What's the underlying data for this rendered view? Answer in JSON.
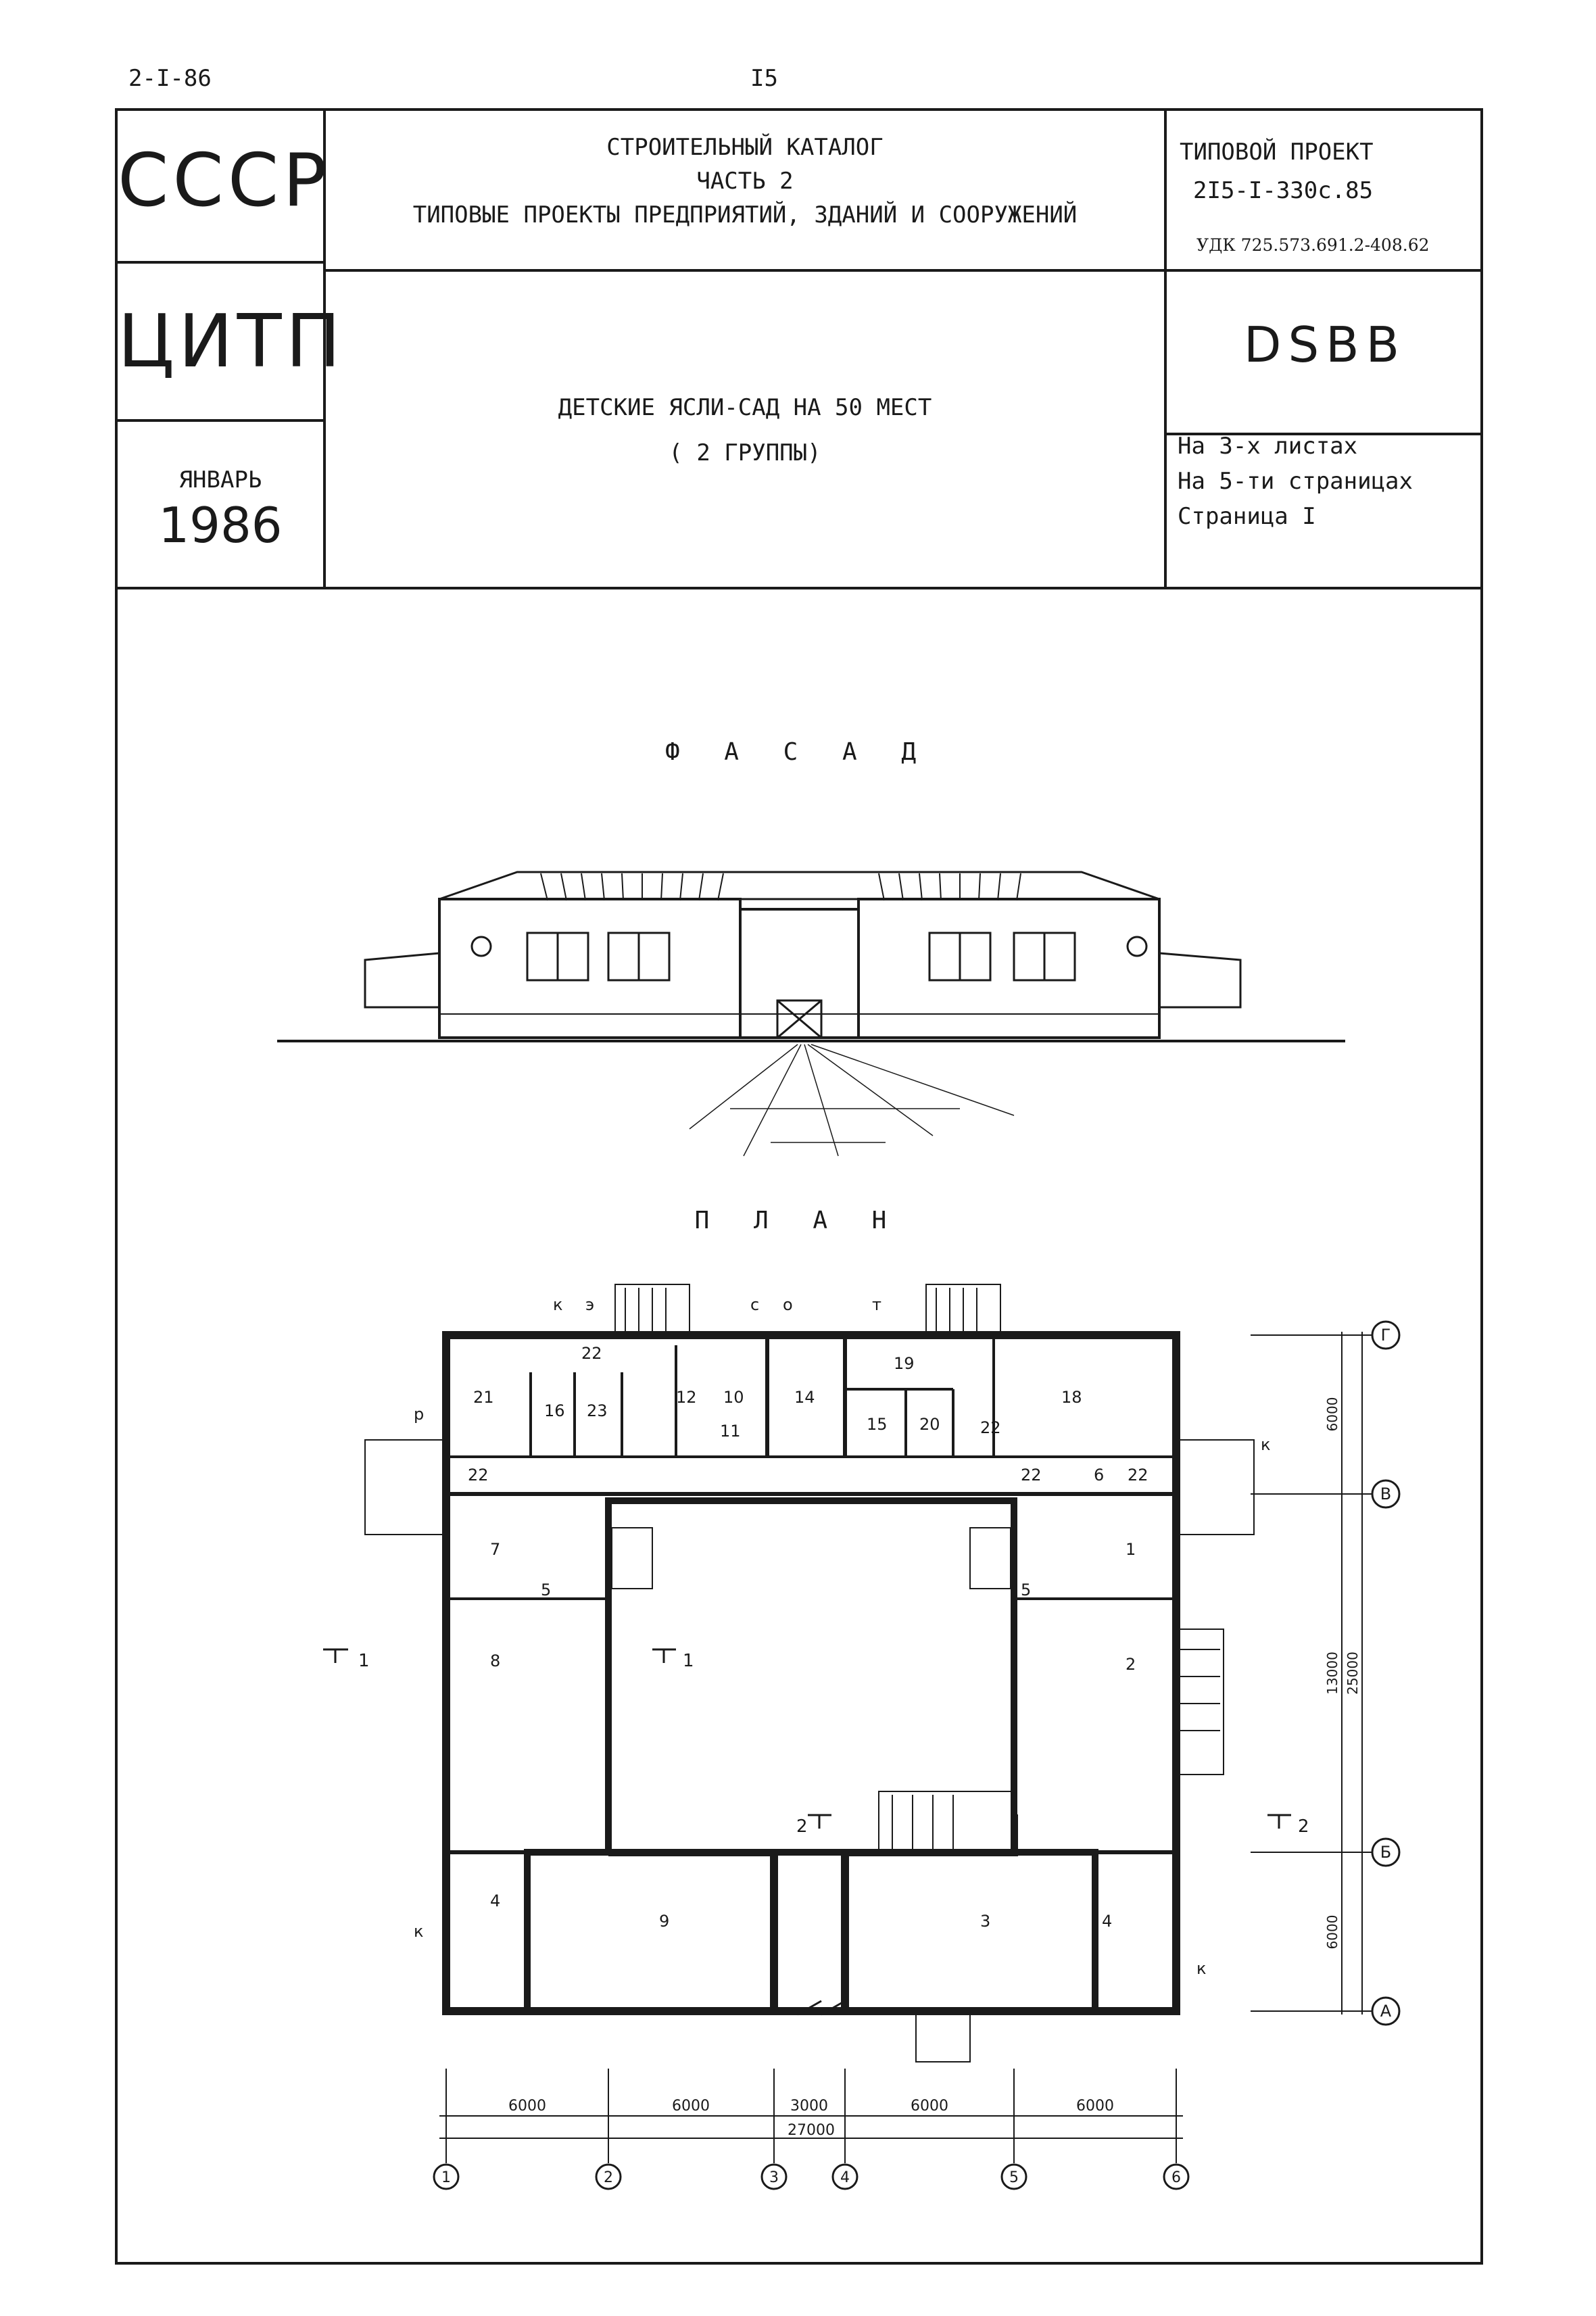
{
  "page": {
    "code_top_left": "2-I-86",
    "page_number": "I5"
  },
  "header": {
    "org1": "СССР",
    "org2": "ЦИТП",
    "month": "ЯНВАРЬ",
    "year": "1986",
    "catalog_lines": [
      "СТРОИТЕЛЬНЫЙ КАТАЛОГ",
      "ЧАСТЬ 2",
      "ТИПОВЫЕ ПРОЕКТЫ ПРЕДПРИЯТИЙ, ЗДАНИЙ И СООРУЖЕНИЙ"
    ],
    "project_label": "ТИПОВОЙ ПРОЕКТ",
    "project_number": "2I5-I-330с.85",
    "udk": "УДК 725.573.691.2-408.62",
    "code": "DSBB",
    "title_line1": "ДЕТСКИЕ ЯСЛИ-САД НА 50 МЕСТ",
    "title_line2": "( 2 ГРУППЫ)",
    "sheets_lines": [
      "На 3-х листах",
      "На 5-ти страницах",
      "Страница I"
    ]
  },
  "sections": {
    "facade_title": "Ф А С А Д",
    "plan_title": "П Л А Н"
  },
  "plan": {
    "rooms": [
      {
        "label": "1"
      },
      {
        "label": "2"
      },
      {
        "label": "3"
      },
      {
        "label": "4"
      },
      {
        "label": "4"
      },
      {
        "label": "5"
      },
      {
        "label": "5"
      },
      {
        "label": "6"
      },
      {
        "label": "7"
      },
      {
        "label": "8"
      },
      {
        "label": "9"
      },
      {
        "label": "10"
      },
      {
        "label": "11"
      },
      {
        "label": "12"
      },
      {
        "label": "14"
      },
      {
        "label": "15"
      },
      {
        "label": "16"
      },
      {
        "label": "18"
      },
      {
        "label": "19"
      },
      {
        "label": "20"
      },
      {
        "label": "21"
      },
      {
        "label": "22"
      },
      {
        "label": "22"
      },
      {
        "label": "22"
      },
      {
        "label": "22"
      },
      {
        "label": "22"
      },
      {
        "label": "23"
      }
    ],
    "entry_marks": [
      "к",
      "э",
      "с",
      "о",
      "т",
      "р",
      "к",
      "к",
      "к"
    ],
    "section_marks": [
      "1",
      "1",
      "2",
      "2"
    ],
    "axes_bottom": [
      "1",
      "2",
      "3",
      "4",
      "5",
      "6"
    ],
    "axes_right": [
      "Г",
      "В",
      "Б",
      "А"
    ],
    "dims_bottom": [
      "6000",
      "6000",
      "3000",
      "6000",
      "6000"
    ],
    "dim_total_bottom": "27000",
    "dims_right": [
      "6000",
      "13000",
      "6000"
    ],
    "dim_total_right": "25000"
  }
}
